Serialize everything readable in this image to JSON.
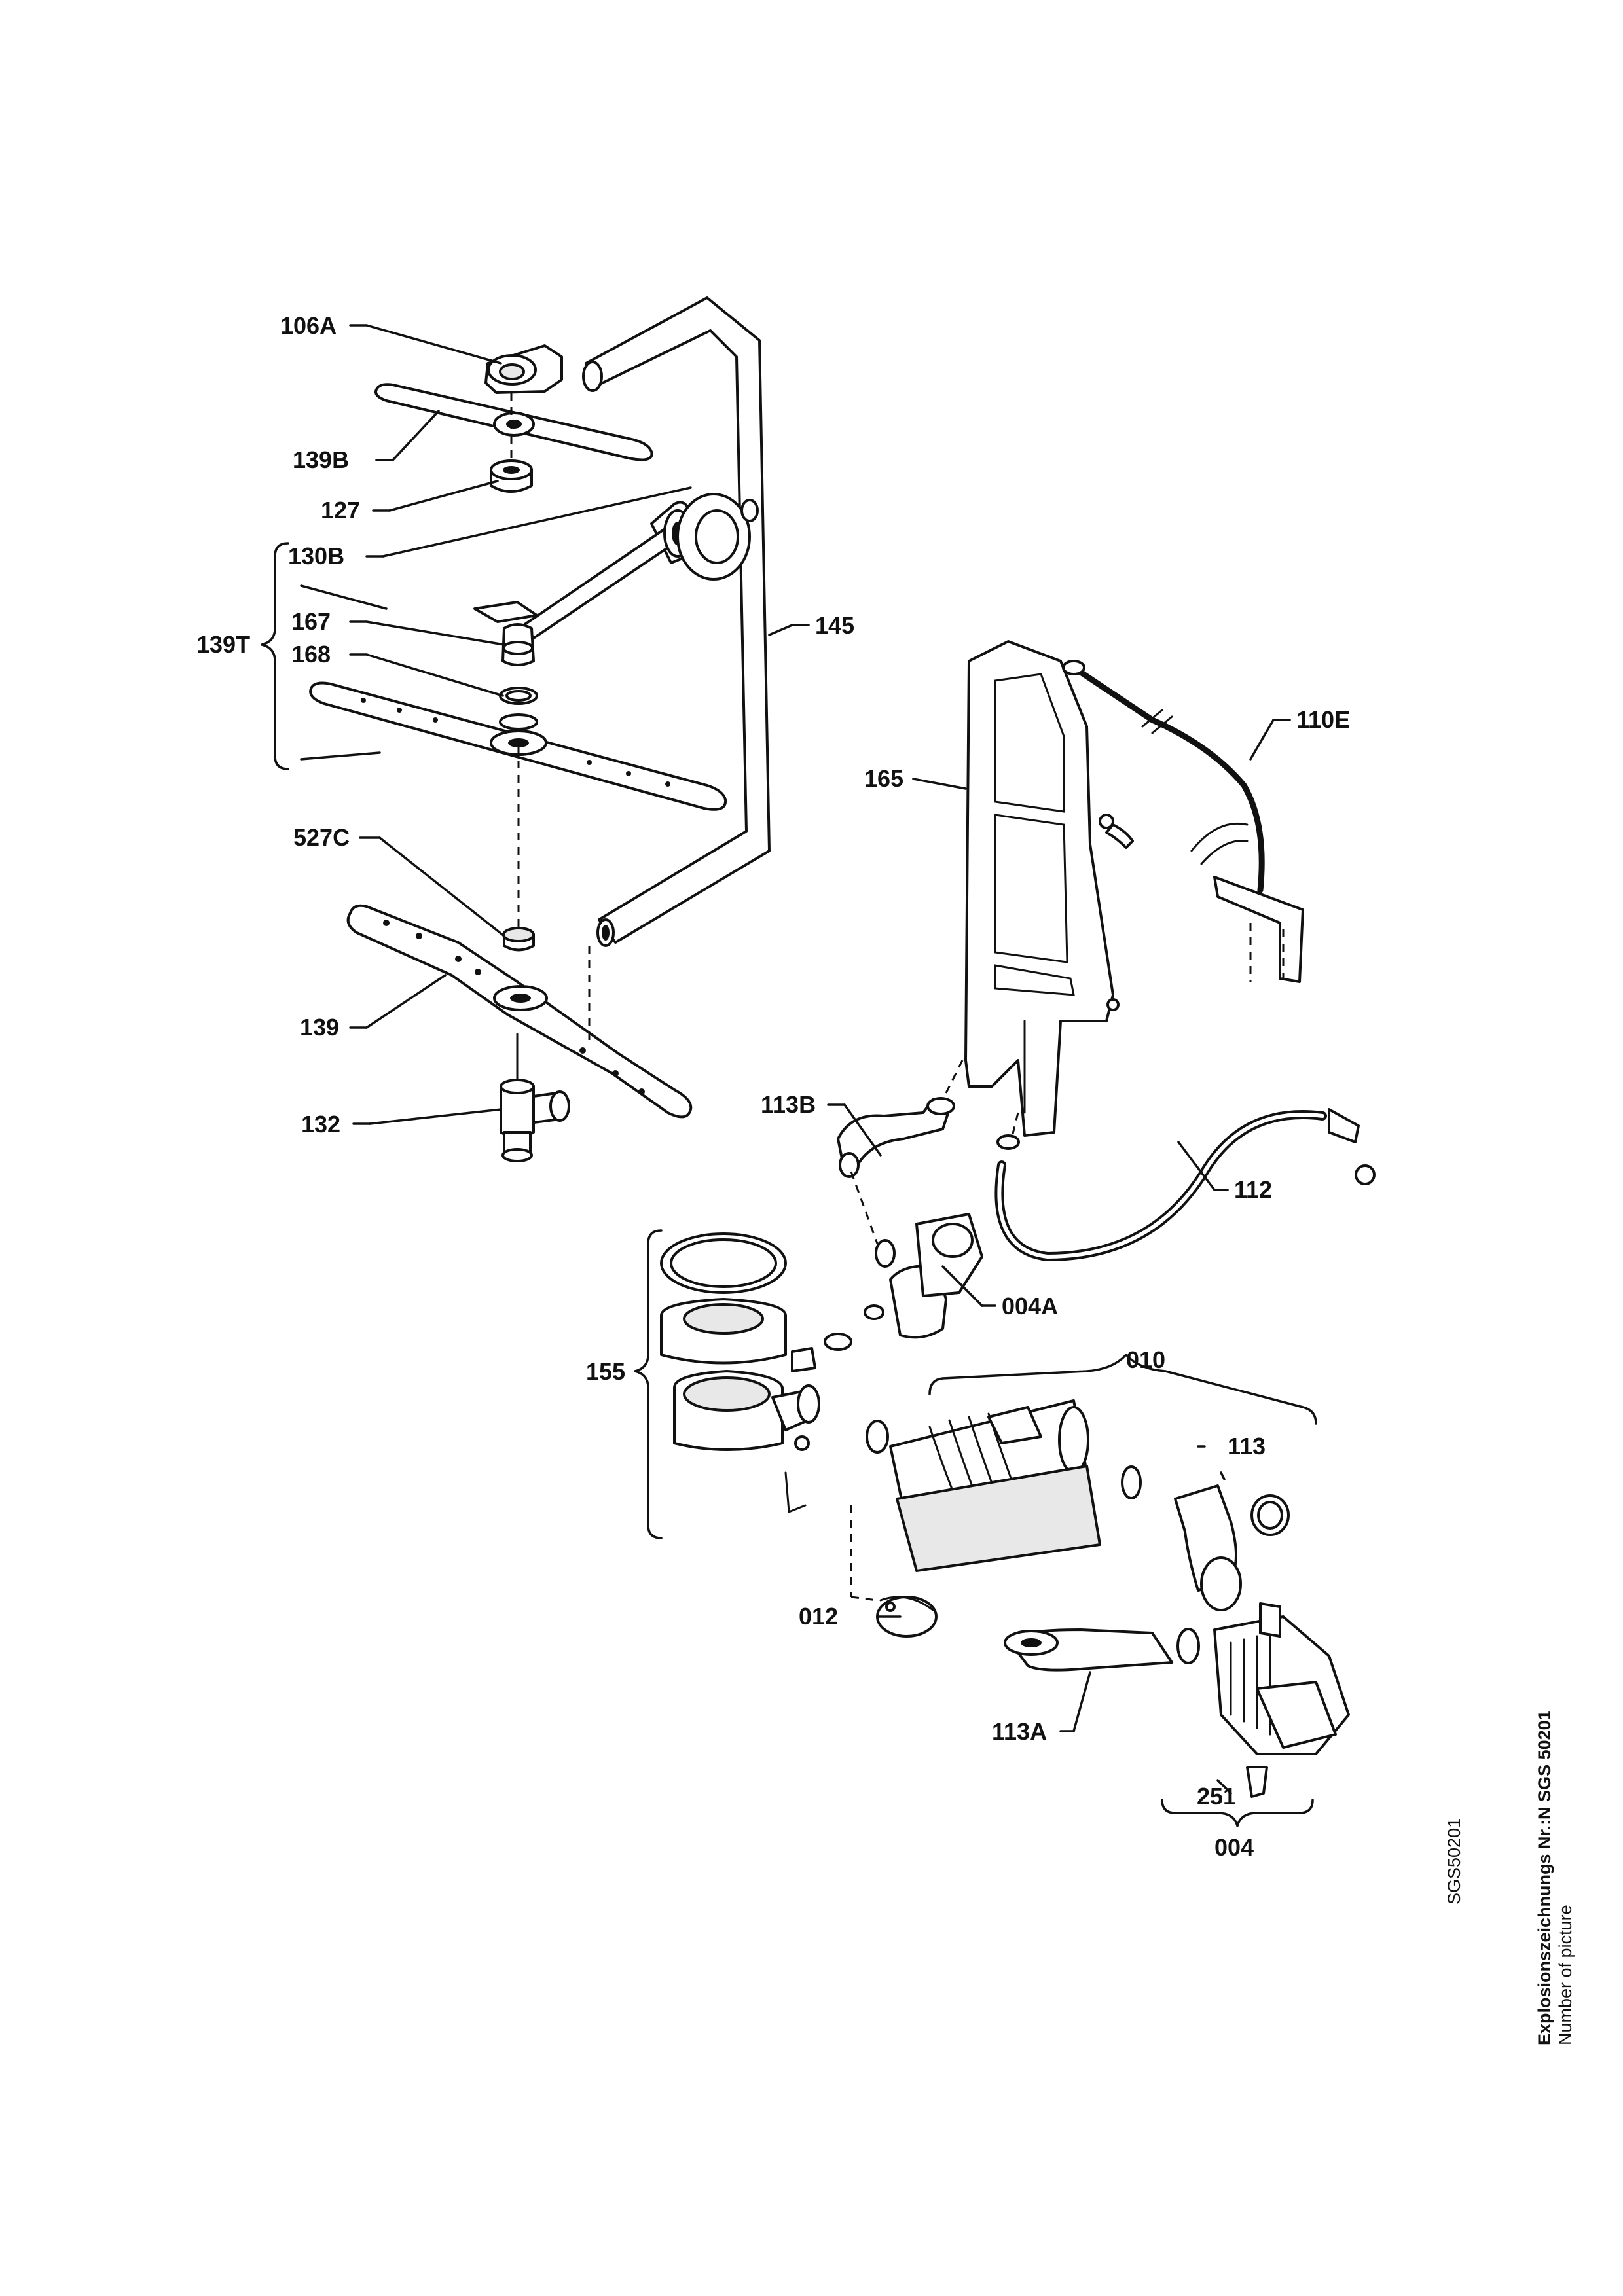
{
  "diagram_id": "SGS50201",
  "side_caption": {
    "line1": "Explosionszeichnungs Nr.:N SGS 50201",
    "line2": "Number of picture"
  },
  "labels": {
    "p106A": "106A",
    "p139B": "139B",
    "p127": "127",
    "p130B": "130B",
    "p139T": "139T",
    "p167": "167",
    "p168": "168",
    "p145": "145",
    "p110E": "110E",
    "p165": "165",
    "p527C": "527C",
    "p139": "139",
    "p132": "132",
    "p113B": "113B",
    "p112": "112",
    "p004A": "004A",
    "p155": "155",
    "p010": "010",
    "p113": "113",
    "p012": "012",
    "p113A": "113A",
    "p251": "251",
    "p004": "004"
  }
}
